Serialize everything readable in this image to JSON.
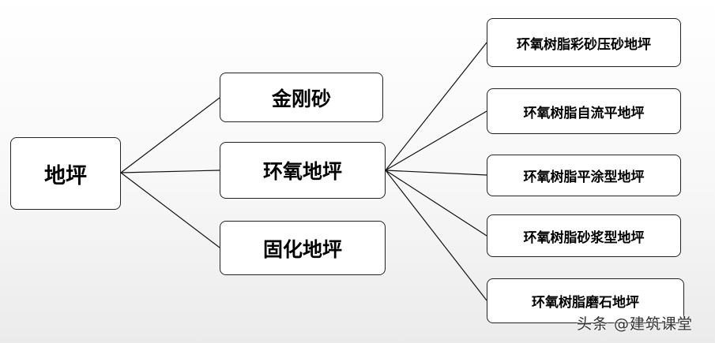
{
  "diagram": {
    "root": {
      "label": "地坪"
    },
    "level1": [
      {
        "id": "jingangsha",
        "label": "金刚砂"
      },
      {
        "id": "huanyang",
        "label": "环氧地坪"
      },
      {
        "id": "guhua",
        "label": "固化地坪"
      }
    ],
    "level2": [
      {
        "id": "caisha",
        "parent": "huanyang",
        "label": "环氧树脂彩砂压砂地坪"
      },
      {
        "id": "ziliuping",
        "parent": "huanyang",
        "label": "环氧树脂自流平地坪"
      },
      {
        "id": "pingtu",
        "parent": "huanyang",
        "label": "环氧树脂平涂型地坪"
      },
      {
        "id": "shajiang",
        "parent": "huanyang",
        "label": "环氧树脂砂浆型地坪"
      },
      {
        "id": "moshi",
        "parent": "huanyang",
        "label": "环氧树脂磨石地坪"
      }
    ]
  },
  "watermark": {
    "text": "头条 @建筑课堂"
  }
}
